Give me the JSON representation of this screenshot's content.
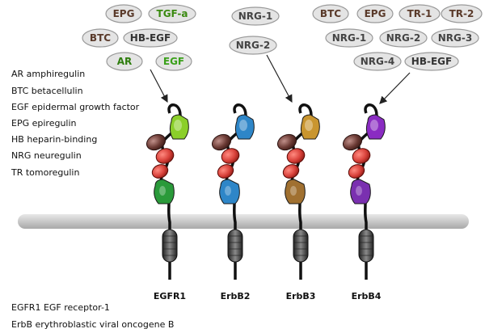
{
  "colors": {
    "egfr1_domain": "#8bcf2a",
    "egfr1_lower": "#2a9a3a",
    "erbb2_domain": "#2e86c8",
    "erbb3_domain": "#c9952f",
    "erbb4_domain": "#8a2cc2",
    "ligand_fill": "#e4e4e4",
    "membrane": "#cfcfcf",
    "red_domain": "#d8413a",
    "dark_domain": "#6b3a34",
    "tm_domain": "#555555"
  },
  "ligands": {
    "egfr1": [
      {
        "label": "EPG",
        "color": "#5a3a2a"
      },
      {
        "label": "TGF-a",
        "color": "#3a8a10"
      },
      {
        "label": "BTC",
        "color": "#5a3a2a"
      },
      {
        "label": "HB-EGF",
        "color": "#333333"
      },
      {
        "label": "AR",
        "color": "#2e7d0e"
      },
      {
        "label": "EGF",
        "color": "#3aa01a"
      }
    ],
    "erbb3": [
      {
        "label": "NRG-1",
        "color": "#444444"
      },
      {
        "label": "NRG-2",
        "color": "#444444"
      }
    ],
    "erbb4": [
      {
        "label": "BTC",
        "color": "#5a3a2a"
      },
      {
        "label": "EPG",
        "color": "#5a3a2a"
      },
      {
        "label": "TR-1",
        "color": "#5a3a2a"
      },
      {
        "label": "TR-2",
        "color": "#5a3a2a"
      },
      {
        "label": "NRG-1",
        "color": "#444444"
      },
      {
        "label": "NRG-2",
        "color": "#444444"
      },
      {
        "label": "NRG-3",
        "color": "#444444"
      },
      {
        "label": "NRG-4",
        "color": "#444444"
      },
      {
        "label": "HB-EGF",
        "color": "#333333"
      }
    ]
  },
  "abbreviations": [
    "AR amphiregulin",
    "BTC betacellulin",
    "EGF epidermal growth factor",
    "EPG epiregulin",
    "HB heparin-binding",
    "NRG neuregulin",
    "TR tomoregulin"
  ],
  "receptors": [
    {
      "name": "EGFR1",
      "color": "#8bcf2a",
      "lower_color": "#2a9a3a"
    },
    {
      "name": "ErbB2",
      "color": "#2e86c8",
      "lower_color": "#2e86c8"
    },
    {
      "name": "ErbB3",
      "color": "#c9952f",
      "lower_color": "#a07030"
    },
    {
      "name": "ErbB4",
      "color": "#8a2cc2",
      "lower_color": "#7a30b0"
    }
  ],
  "footnotes": [
    "EGFR1 EGF receptor-1",
    "ErbB erythroblastic viral oncogene B"
  ]
}
